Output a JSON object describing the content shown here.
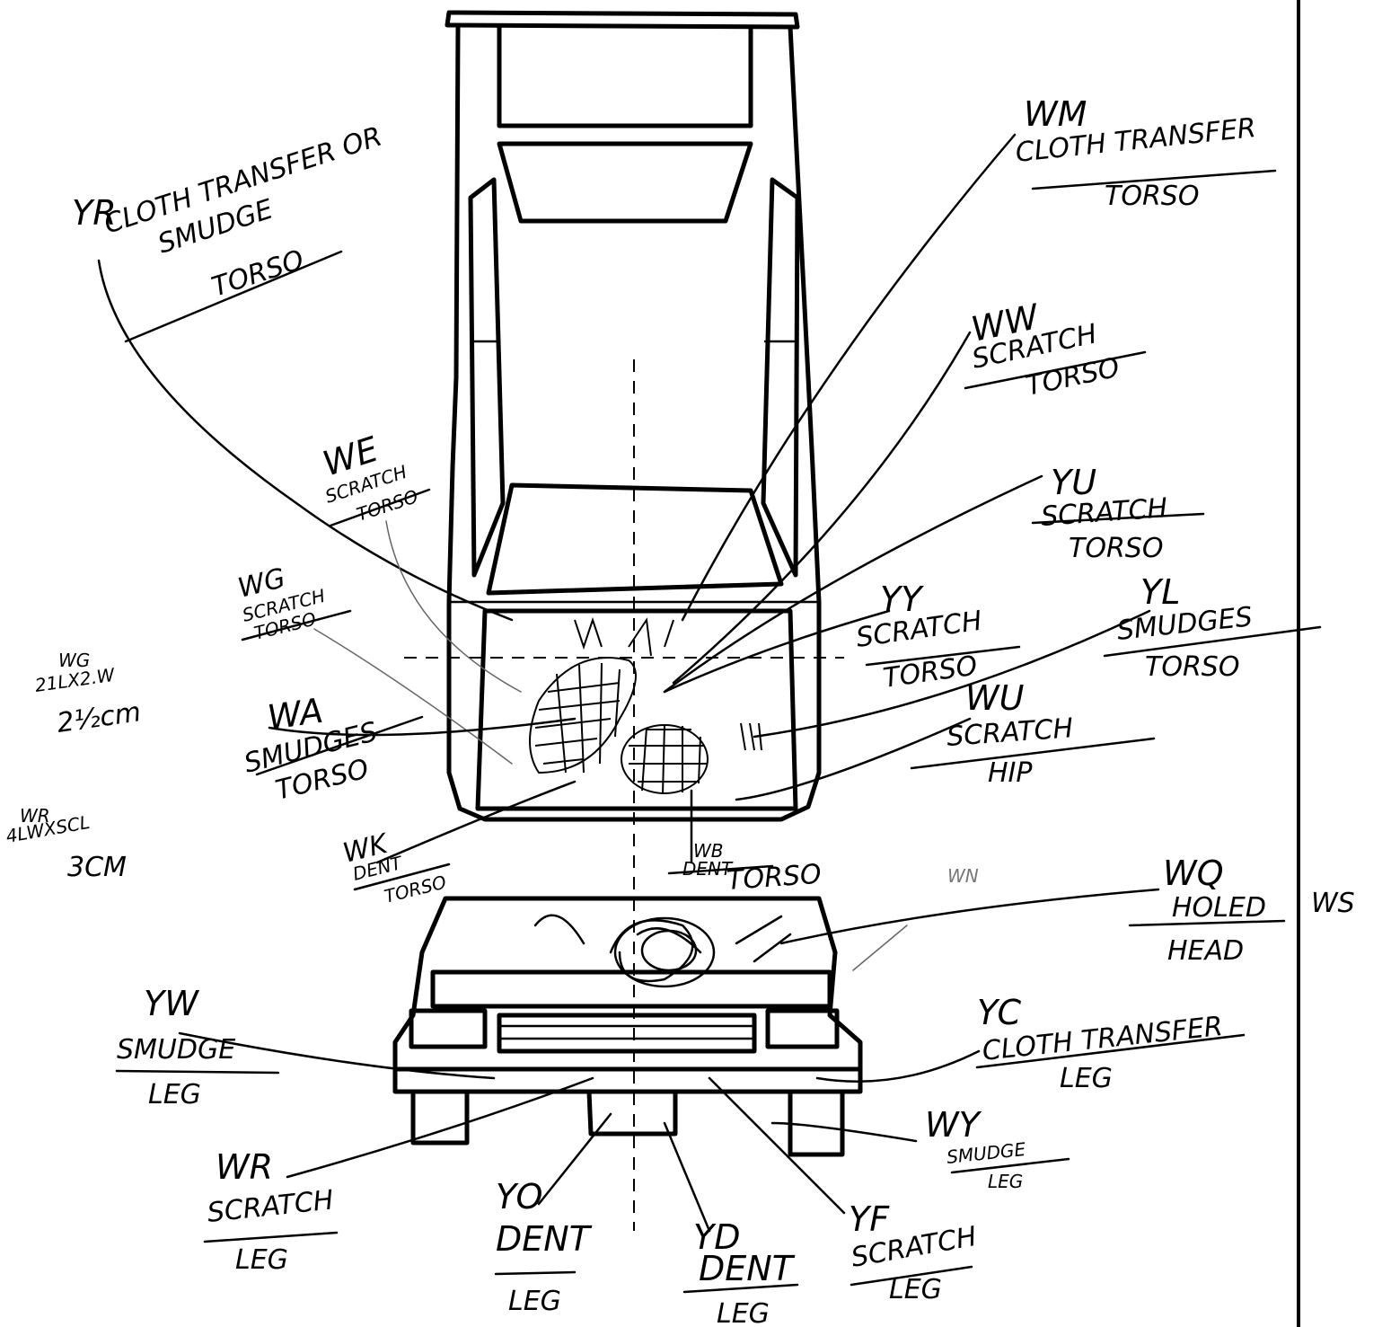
{
  "labels": {
    "yr": {
      "code": "YR",
      "desc_1": "CLOTH TRANSFER OR",
      "desc_2": "SMUDGE",
      "part": "TORSO"
    },
    "wm": {
      "code": "WM",
      "desc": "CLOTH TRANSFER",
      "part": "TORSO"
    },
    "ww": {
      "code": "WW",
      "desc": "SCRATCH",
      "part": "TORSO"
    },
    "we": {
      "code": "WE",
      "desc": "SCRATCH",
      "part": "TORSO"
    },
    "yu": {
      "code": "YU",
      "desc": "SCRATCH",
      "part": "TORSO"
    },
    "wg": {
      "code": "WG",
      "desc": "SCRATCH",
      "part": "TORSO"
    },
    "yy": {
      "code": "YY",
      "desc": "SCRATCH",
      "part": "TORSO"
    },
    "yl": {
      "code": "YL",
      "desc": "SMUDGES",
      "part": "TORSO"
    },
    "wa": {
      "code": "WA",
      "desc": "SMUDGES",
      "part": "TORSO"
    },
    "wu": {
      "code": "WU",
      "desc": "SCRATCH",
      "part": "HIP"
    },
    "wk": {
      "code": "WK",
      "desc": "DENT",
      "part": "TORSO"
    },
    "wb": {
      "code": "WB",
      "desc": "DENT",
      "part": "TORSO"
    },
    "wq": {
      "code": "WQ",
      "desc": "HOLED",
      "part": "HEAD",
      "extra": "WS"
    },
    "yw": {
      "code": "YW",
      "desc": "SMUDGE",
      "part": "LEG"
    },
    "yc": {
      "code": "YC",
      "desc": "CLOTH TRANSFER",
      "part": "LEG"
    },
    "wy": {
      "code": "WY",
      "desc": "SMUDGE",
      "part": "LEG"
    },
    "wr": {
      "code": "WR",
      "desc": "SCRATCH",
      "part": "LEG"
    },
    "yo": {
      "code": "YO",
      "desc": "DENT",
      "part": "LEG"
    },
    "yd": {
      "code": "YD",
      "desc": "DENT",
      "part": "LEG"
    },
    "yf": {
      "code": "YF",
      "desc": "SCRATCH",
      "part": "LEG"
    }
  },
  "side_notes": {
    "wg_note": {
      "line_1": "WG",
      "line_2": "21LX2.W",
      "line_3": "2½cm"
    },
    "wr_note": {
      "line_1": "WR",
      "line_2": "4LWXSCL",
      "line_3": "3CM"
    },
    "wn": "WN"
  }
}
